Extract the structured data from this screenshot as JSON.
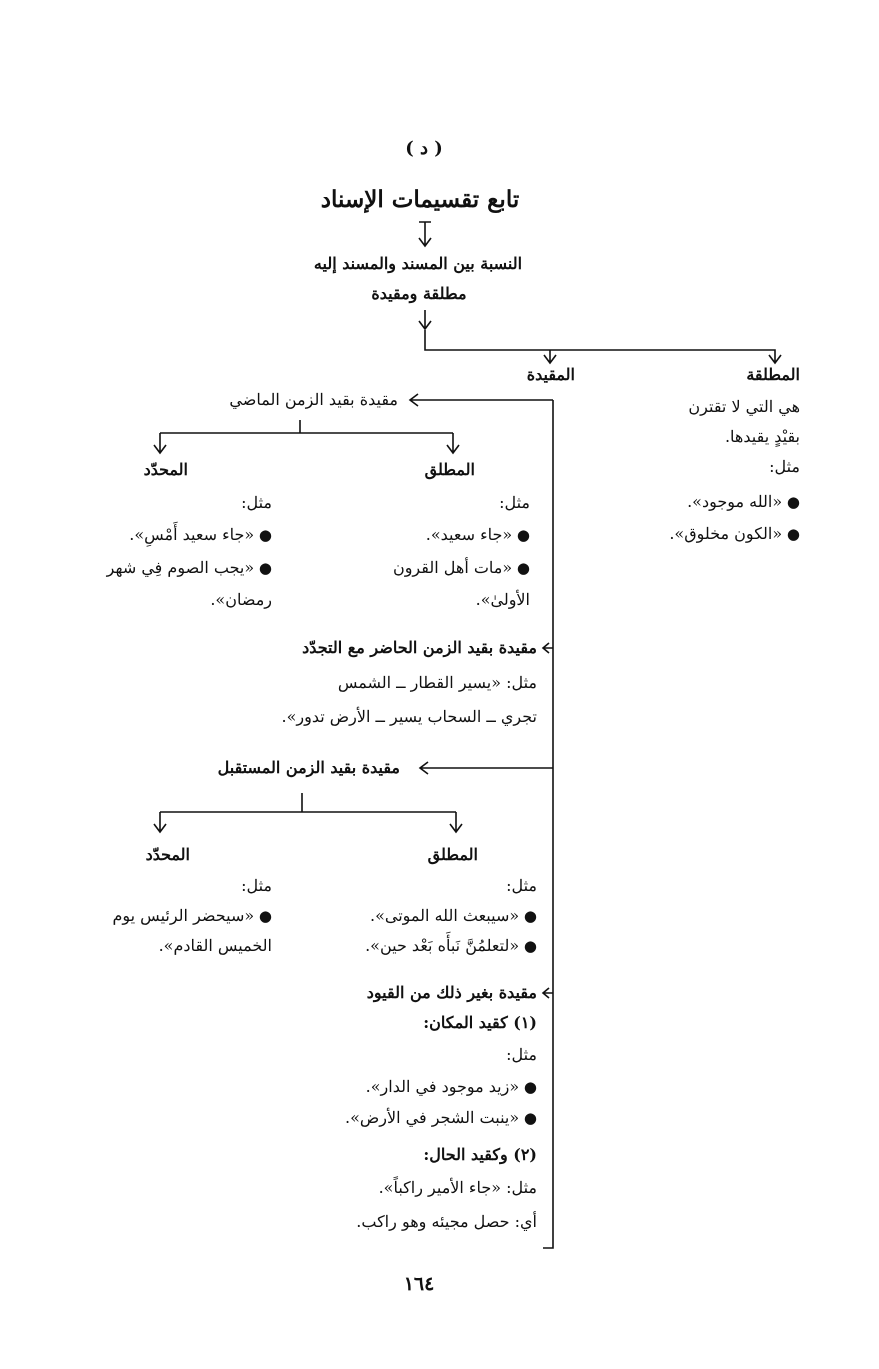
{
  "section_marker": "( د )",
  "title": "تابع تقسيمات الإسناد",
  "subtitle1": "النسبة بين المسند والمسند إليه",
  "subtitle2": "مطلقة ومقيدة",
  "absolute": {
    "heading": "المطلقة",
    "def1": "هي التي لا تقترن",
    "def2": "بقيْدٍ يقيدها.",
    "example_label": "مثل:",
    "examples": [
      "«الله موجود».",
      "«الكون مخلوق»."
    ]
  },
  "restricted": {
    "heading": "المقيدة",
    "past": {
      "heading": "مقيدة بقيد الزمن الماضي",
      "absolute": {
        "heading": "المطلق",
        "example_label": "مثل:",
        "ex1": "«جاء سعيد».",
        "ex2a": "«مات أهل القرون",
        "ex2b": "الأولىٰ»."
      },
      "specific": {
        "heading": "المحدّد",
        "example_label": "مثل:",
        "ex1": "«جاء سعيد أَمْسِ».",
        "ex2a": "«يجب الصوم فِي شهر",
        "ex2b": "رمضان»."
      }
    },
    "present": {
      "heading": "مقيدة بقيد الزمن الحاضر مع التجدّد",
      "line1": "مثل: «يسير القطار ــ الشمس",
      "line2": "تجري ــ السحاب يسير ــ  الأرض تدور»."
    },
    "future": {
      "heading": "مقيدة بقيد الزمن المستقبل",
      "absolute": {
        "heading": "المطلق",
        "example_label": "مثل:",
        "ex1": "«سيبعث الله الموتى».",
        "ex2": "«لتعلمُنَّ نَبأَه بَعْد حين»."
      },
      "specific": {
        "heading": "المحدّد",
        "example_label": "مثل:",
        "ex1a": "«سيحضر الرئيس يوم",
        "ex1b": "الخميس القادم»."
      }
    },
    "other": {
      "heading": "مقيدة بغير ذلك من القيود",
      "place_heading": "(١)  كقيد المكان:",
      "place_label": "مثل:",
      "place_ex1": "«زيد موجود في الدار».",
      "place_ex2": "«ينبت الشجر في الأرض».",
      "state_heading": "(٢)  وكقيد الحال:",
      "state_ex": "مثل: «جاء الأمير راكباً».",
      "state_explain": "أي: حصل مجيئه وهو راكب."
    }
  },
  "page_number": "١٦٤"
}
